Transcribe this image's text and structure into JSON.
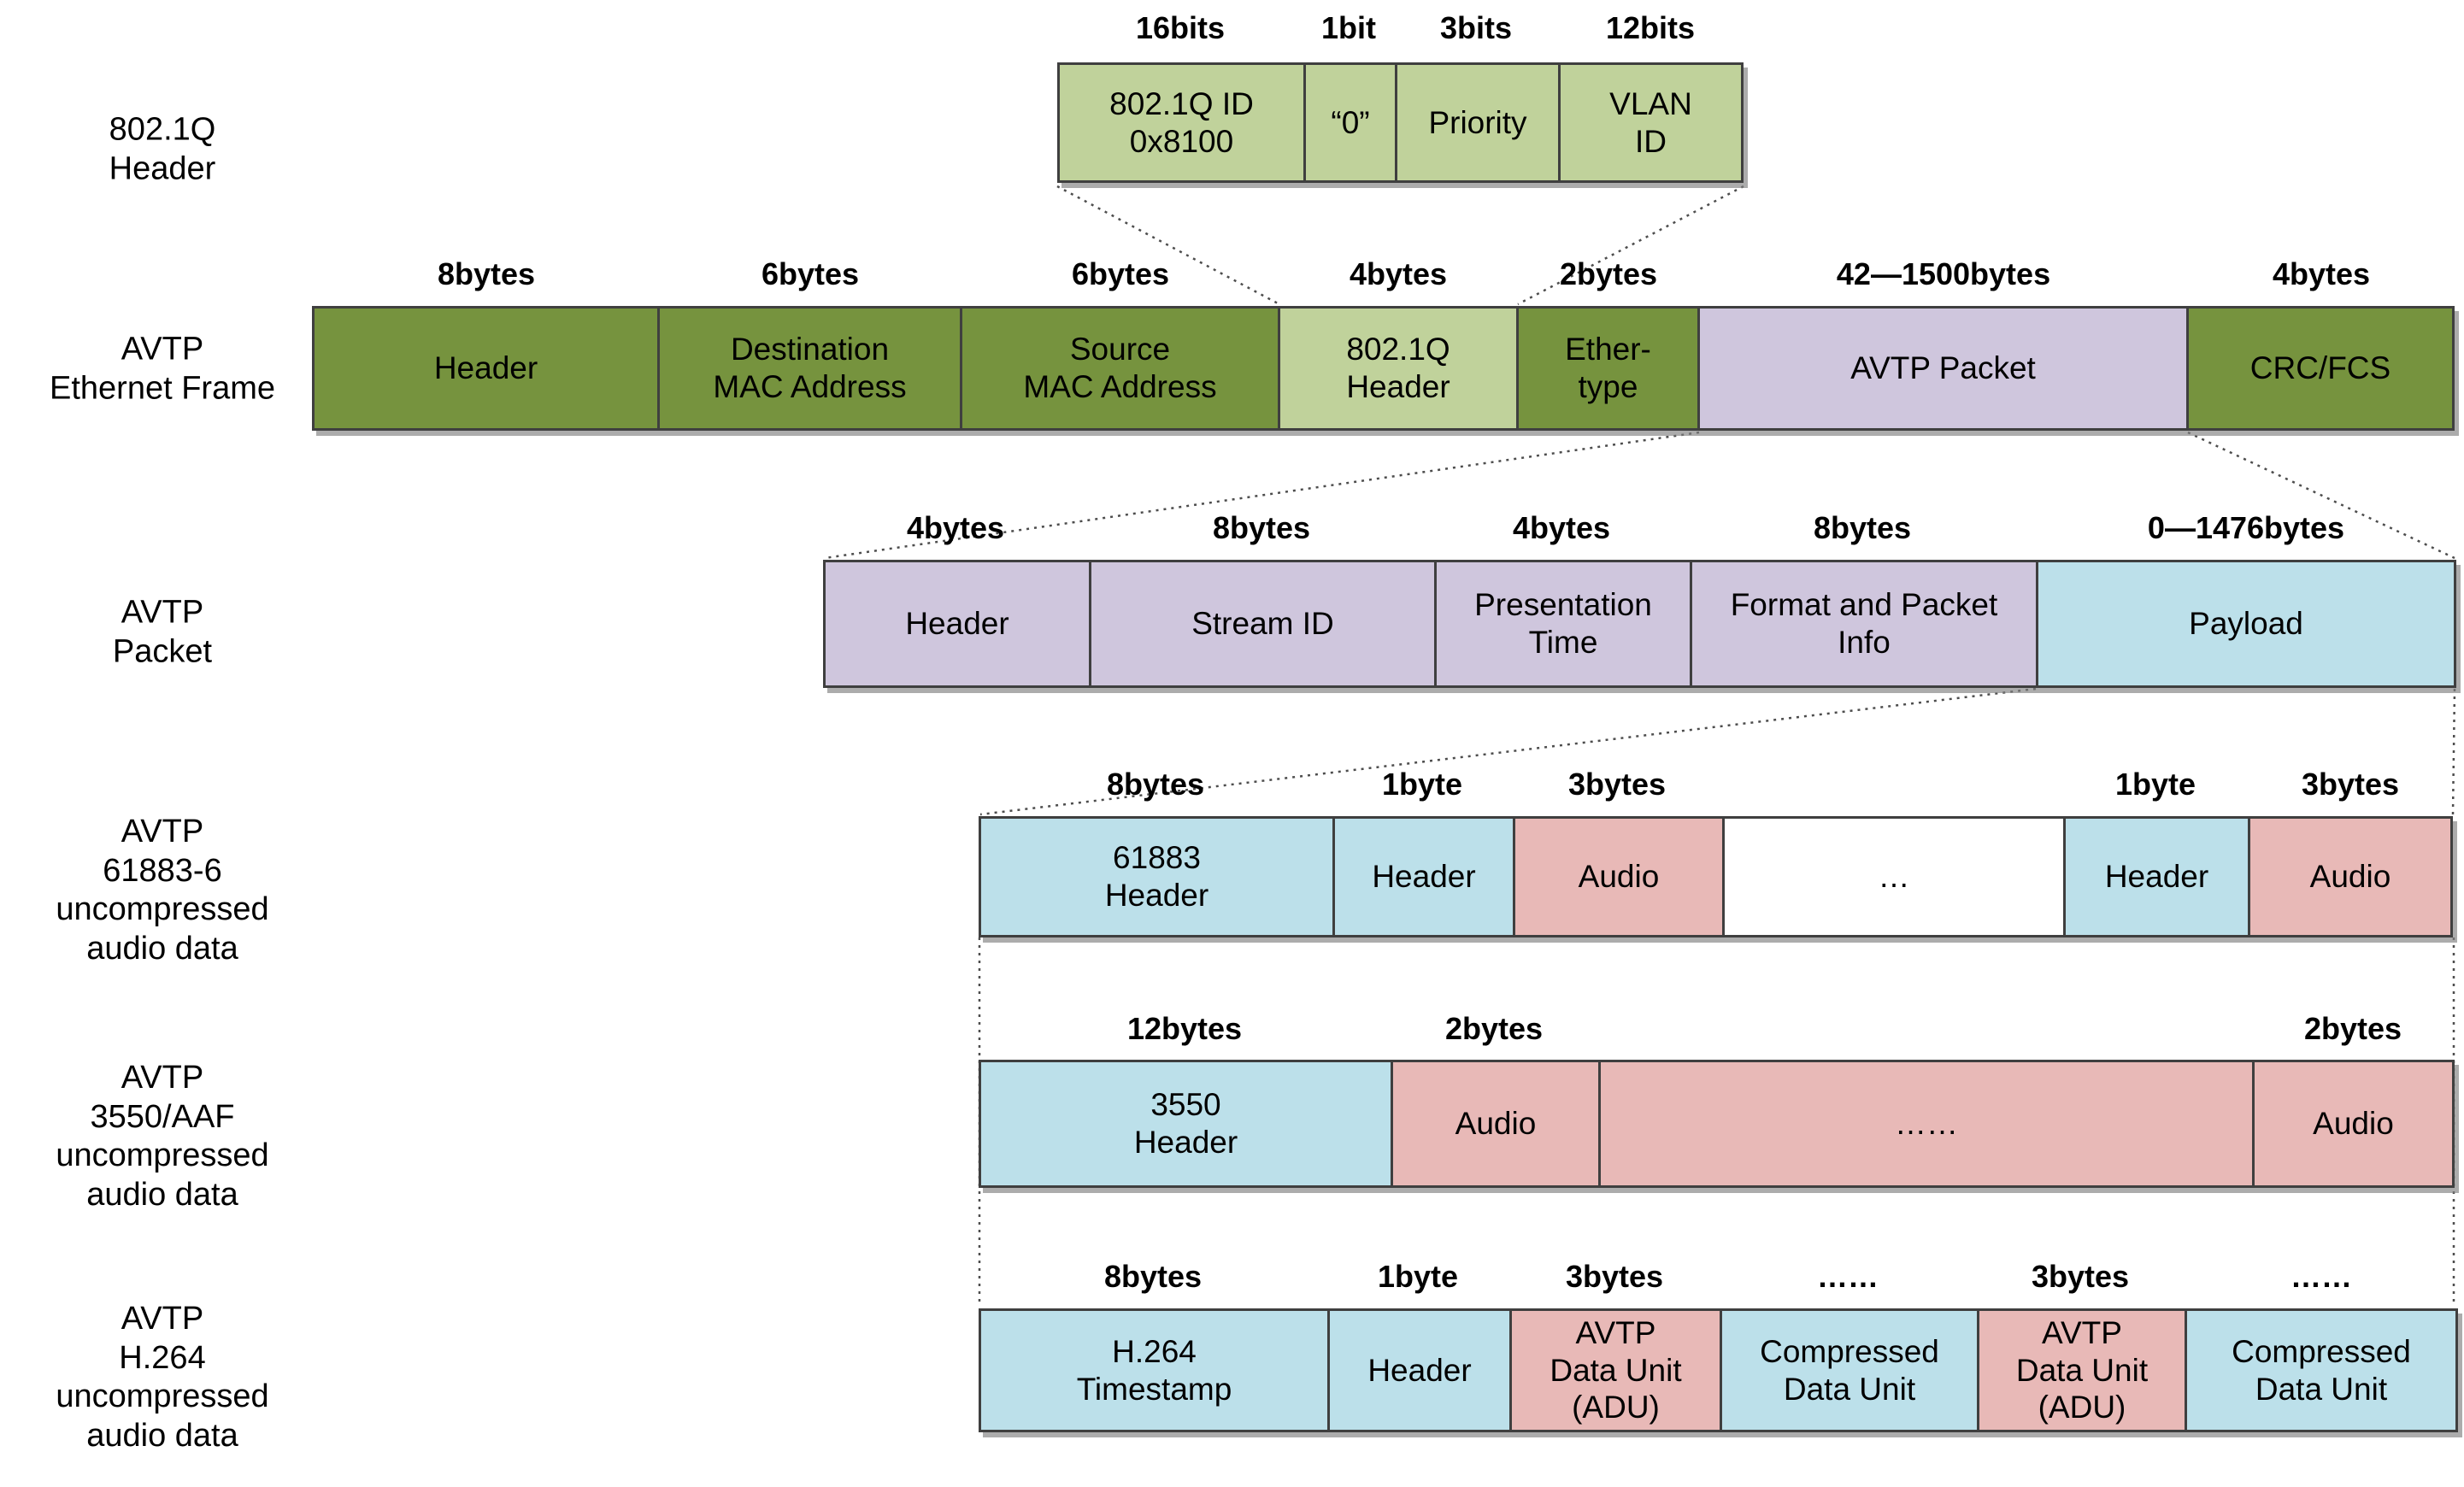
{
  "diagram": {
    "description": "AVTP Ethernet frame and packet format diagram",
    "palette": {
      "dark_green": "#76933e",
      "light_green": "#c0d29b",
      "lavender": "#cfc6dd",
      "blue": "#bce0ea",
      "pink": "#e8b9b7",
      "white": "#ffffff",
      "border": "#3f3f3f"
    }
  },
  "rows": [
    {
      "label": "802.1Q\nHeader",
      "cells": [
        {
          "size": "16bits",
          "text": "802.1Q ID\n0x8100",
          "color": "light_green"
        },
        {
          "size": "1bit",
          "text": "“0”",
          "color": "light_green"
        },
        {
          "size": "3bits",
          "text": "Priority",
          "color": "light_green"
        },
        {
          "size": "12bits",
          "text": "VLAN\nID",
          "color": "light_green"
        }
      ]
    },
    {
      "label": "AVTP\nEthernet Frame",
      "cells": [
        {
          "size": "8bytes",
          "text": "Header",
          "color": "dark_green"
        },
        {
          "size": "6bytes",
          "text": "Destination\nMAC Address",
          "color": "dark_green"
        },
        {
          "size": "6bytes",
          "text": "Source\nMAC Address",
          "color": "dark_green"
        },
        {
          "size": "4bytes",
          "text": "802.1Q\nHeader",
          "color": "light_green"
        },
        {
          "size": "2bytes",
          "text": "Ether-\ntype",
          "color": "dark_green"
        },
        {
          "size": "42—1500bytes",
          "text": "AVTP Packet",
          "color": "lavender"
        },
        {
          "size": "4bytes",
          "text": "CRC/FCS",
          "color": "dark_green"
        }
      ]
    },
    {
      "label": "AVTP\nPacket",
      "cells": [
        {
          "size": "4bytes",
          "text": "Header",
          "color": "lavender"
        },
        {
          "size": "8bytes",
          "text": "Stream ID",
          "color": "lavender"
        },
        {
          "size": "4bytes",
          "text": "Presentation\nTime",
          "color": "lavender"
        },
        {
          "size": "8bytes",
          "text": "Format and Packet\nInfo",
          "color": "lavender"
        },
        {
          "size": "0—1476bytes",
          "text": "Payload",
          "color": "blue"
        }
      ]
    },
    {
      "label": "AVTP\n61883-6\nuncompressed\naudio data",
      "cells": [
        {
          "size": "8bytes",
          "text": "61883\nHeader",
          "color": "blue"
        },
        {
          "size": "1byte",
          "text": "Header",
          "color": "blue"
        },
        {
          "size": "3bytes",
          "text": "Audio",
          "color": "pink"
        },
        {
          "text": "…",
          "color": "white"
        },
        {
          "size": "1byte",
          "text": "Header",
          "color": "blue"
        },
        {
          "size": "3bytes",
          "text": "Audio",
          "color": "pink"
        }
      ]
    },
    {
      "label": "AVTP\n3550/AAF\nuncompressed\naudio data",
      "cells": [
        {
          "size": "12bytes",
          "text": "3550\nHeader",
          "color": "blue"
        },
        {
          "size": "2bytes",
          "text": "Audio",
          "color": "pink"
        },
        {
          "text": "……",
          "color": "pink"
        },
        {
          "size": "2bytes",
          "text": "Audio",
          "color": "pink"
        }
      ]
    },
    {
      "label": "AVTP\nH.264\nuncompressed\naudio data",
      "cells": [
        {
          "size": "8bytes",
          "text": "H.264\nTimestamp",
          "color": "blue"
        },
        {
          "size": "1byte",
          "text": "Header",
          "color": "blue"
        },
        {
          "size": "3bytes",
          "text": "AVTP\nData Unit\n(ADU)",
          "color": "pink"
        },
        {
          "size": "……",
          "text": "Compressed\nData Unit",
          "color": "blue"
        },
        {
          "size": "3bytes",
          "text": "AVTP\nData Unit\n(ADU)",
          "color": "pink"
        },
        {
          "size": "……",
          "text": "Compressed\nData Unit",
          "color": "blue"
        }
      ]
    }
  ]
}
